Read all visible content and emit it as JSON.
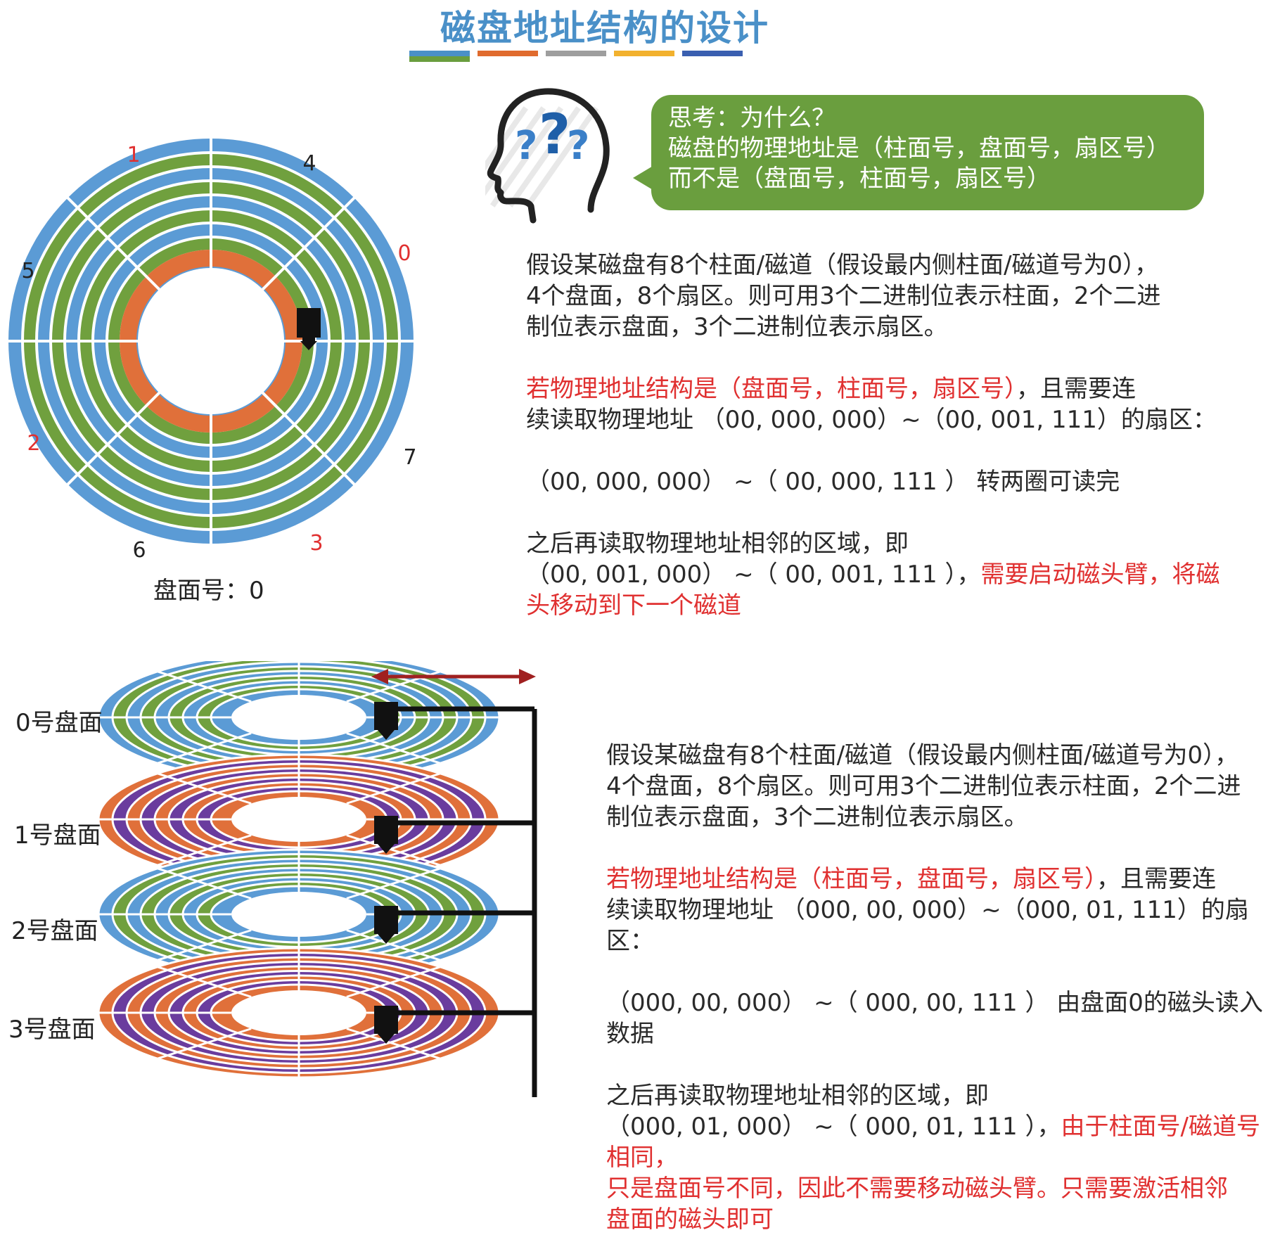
{
  "title": "磁盘地址结构的设计",
  "title_bar_colors": [
    "#4a90c8",
    "#e06b2e",
    "#9e9e9e",
    "#f2b12e",
    "#3a5fb0",
    "#6a9e3e"
  ],
  "colors": {
    "blue": "#5b9bd5",
    "green": "#70a03e",
    "orange": "#e0703a",
    "darkorange": "#c8502a",
    "purple": "#6a3c9e",
    "red": "#e03030",
    "bubble": "#6a9e3e"
  },
  "top_disk": {
    "sector_labels": [
      {
        "text": "1",
        "red": true
      },
      {
        "text": "4",
        "red": false
      },
      {
        "text": "0",
        "red": true
      },
      {
        "text": "5",
        "red": false
      },
      {
        "text": "2",
        "red": true
      },
      {
        "text": "7",
        "red": false
      },
      {
        "text": "6",
        "red": false
      },
      {
        "text": "3",
        "red": true
      }
    ],
    "caption": "盘面号：0"
  },
  "bubble": {
    "line1": "思考：为什么？",
    "line2": "磁盘的物理地址是（柱面号，盘面号，扇区号）",
    "line3": "而不是（盘面号，柱面号，扇区号）"
  },
  "section1": {
    "p1_l1": "假设某磁盘有8个柱面/磁道（假设最内侧柱面/磁道号为0），",
    "p1_l2": "4个盘面，8个扇区。则可用3个二进制位表示柱面，2个二进",
    "p1_l3": "制位表示盘面，3个二进制位表示扇区。",
    "p2_l1_red": "若物理地址结构是（盘面号，柱面号，扇区号）",
    "p2_l1_rest": "，且需要连",
    "p2_l2": "续读取物理地址 （00, 000, 000）~（00, 001, 111）的扇区：",
    "p3": "（00, 000, 000） ~（ 00, 000, 111 ） 转两圈可读完",
    "p4_l1": "之后再读取物理地址相邻的区域，即",
    "p4_l2_black": "（00, 001, 000） ~（ 00, 001, 111 ），",
    "p4_l2_red": "需要启动磁头臂，将磁",
    "p4_l3_red": "头移动到下一个磁道"
  },
  "platters": {
    "labels": [
      "0号盘面",
      "1号盘面",
      "2号盘面",
      "3号盘面"
    ]
  },
  "section2": {
    "p1_l1": "假设某磁盘有8个柱面/磁道（假设最内侧柱面/磁道号为0），",
    "p1_l2": "4个盘面，8个扇区。则可用3个二进制位表示柱面，2个二进",
    "p1_l3": "制位表示盘面，3个二进制位表示扇区。",
    "p2_l1_red": "若物理地址结构是（柱面号，盘面号，扇区号）",
    "p2_l1_rest": "，且需要连",
    "p2_l2": "续读取物理地址 （000, 00, 000）~（000, 01, 111）的扇区：",
    "p3": "（000, 00, 000） ~（ 000, 00, 111 ） 由盘面0的磁头读入数据",
    "p4_l1": "之后再读取物理地址相邻的区域，即",
    "p4_l2_black": "（000, 01, 000） ~（ 000, 01, 111 ），",
    "p4_l2_red": "由于柱面号/磁道号相同，",
    "p4_l3_red": "只是盘面号不同，因此不需要移动磁头臂。只需要激活相邻",
    "p4_l4_red": "盘面的磁头即可"
  }
}
